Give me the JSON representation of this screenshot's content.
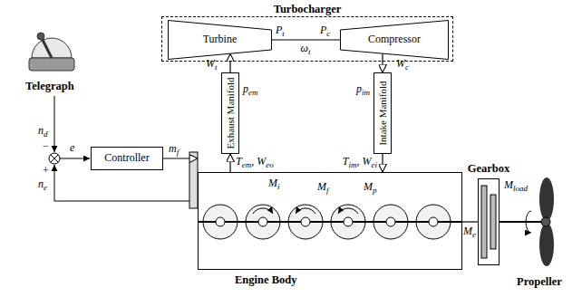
{
  "diagram": {
    "nodes": [
      {
        "text": [
          "Turbocharger"
        ]
      },
      {
        "text": [
          "Turbine"
        ],
        "in": 0
      },
      {
        "text": [
          "Compressor"
        ],
        "in": 0
      },
      {
        "text": [
          "Exhaust Manifold"
        ]
      },
      {
        "text": [
          "Intake Manifold"
        ]
      },
      {
        "text": [
          "Controller"
        ]
      },
      {
        "text": [
          "Engine Body"
        ]
      },
      {
        "text": [
          "Gearbox"
        ]
      }
    ],
    "edges": [
      {
        "from": 3,
        "to": 1,
        "arrow": "to",
        "label": "Wt"
      },
      {
        "from": 2,
        "to": 4,
        "arrow": "to",
        "label": "Wc"
      },
      {
        "from": 4,
        "to": 6,
        "arrow": "to",
        "label": "Tim, Wei"
      },
      {
        "from": 6,
        "to": 3,
        "arrow": "to",
        "label": "Tem, Weo"
      },
      {
        "from": 1,
        "to": 2,
        "arrow": "none",
        "label": "ωt"
      },
      {
        "from": 5,
        "to": 6,
        "arrow": "to",
        "label": "mf"
      },
      {
        "from": 6,
        "to": 7,
        "arrow": "none",
        "label": "Me"
      }
    ],
    "labels": [
      "Pt",
      "Pc",
      "pem",
      "pim",
      "Mi",
      "Mf",
      "Mp",
      "Mload",
      "Telegraph",
      "nd",
      "−",
      "e",
      "+",
      "ne",
      "Propeller"
    ]
  }
}
